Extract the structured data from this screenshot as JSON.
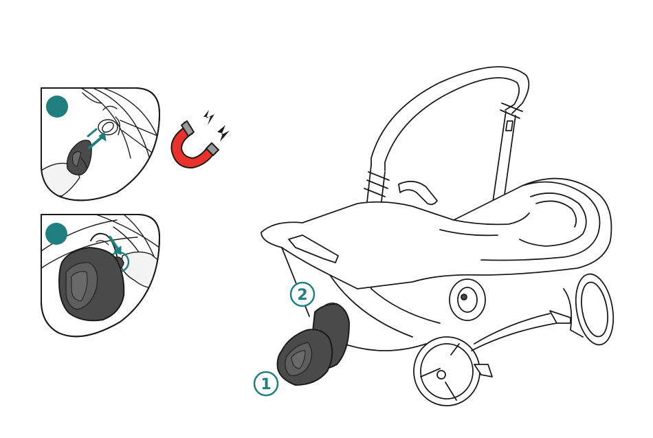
{
  "colors": {
    "teal": "#1f7f7f",
    "magnet_red": "#e8322b",
    "magnet_tip": "#9a9a9a",
    "handle_dark": "#4a4a4a",
    "handle_light": "#6a6a6a",
    "line": "#1a1a1a",
    "skin": "#f4f4f4"
  },
  "icons": {
    "magnet": "magnet-icon",
    "lightning": "lightning-icon",
    "arrow": "teal-arrow-icon"
  },
  "detail_panels": [
    {
      "name": "detail-panel-top",
      "marker": "step-dot"
    },
    {
      "name": "detail-panel-bottom",
      "marker": "step-dot"
    }
  ],
  "callouts": {
    "step_1": "1",
    "step_2": "2"
  }
}
